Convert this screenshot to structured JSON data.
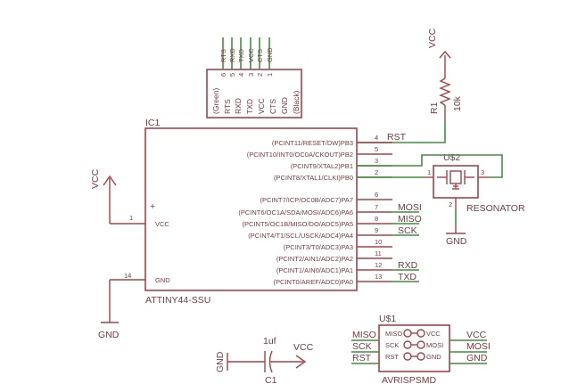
{
  "header": {
    "title": "",
    "pins": [
      "RTS",
      "RXD",
      "TXD",
      "VCC",
      "CTS",
      "GND"
    ],
    "pin_numbers": [
      "6",
      "5",
      "4",
      "3",
      "2",
      "1"
    ],
    "labels": [
      "(Green)",
      "RTS",
      "RXD",
      "TXD",
      "VCC",
      "CTS",
      "GND",
      "(Black)"
    ]
  },
  "r1": {
    "refdes": "R1",
    "value": "10k",
    "rail": "VCC"
  },
  "ic1": {
    "refdes": "IC1",
    "part": "ATTINY44-SSU",
    "left_pins": [
      {
        "num": "1",
        "name": "VCC"
      },
      {
        "num": "14",
        "name": "GND"
      }
    ],
    "plus": "+",
    "right_pins": [
      {
        "name": "(PCINT11/RESET/DW)PB3",
        "num": "4",
        "net": "RST"
      },
      {
        "name": "(PCINT10/INT0/OC0A/CKOUT)PB2",
        "num": "5",
        "net": ""
      },
      {
        "name": "(PCINT9/XTAL2)PB1",
        "num": "3",
        "net": ""
      },
      {
        "name": "(PCINT8/XTAL1/CLKI)PB0",
        "num": "2",
        "net": ""
      },
      {
        "name": "(PCINT7/ICP/OC0B/ADC7)PA7",
        "num": "6",
        "net": ""
      },
      {
        "name": "(PCINT6/OC1A/SDA/MOSI/ADC6)PA6",
        "num": "7",
        "net": "MOSI"
      },
      {
        "name": "(PCINT5/OC1B/MISO/DO/ADC5)PA5",
        "num": "8",
        "net": "MISO"
      },
      {
        "name": "(PCINT4/T1/SCL/USCK/ADC4)PA4",
        "num": "9",
        "net": "SCK"
      },
      {
        "name": "(PCINT3/T0/ADC3)PA3",
        "num": "10",
        "net": ""
      },
      {
        "name": "(PCINT2/AIN1/ADC2)PA2",
        "num": "11",
        "net": ""
      },
      {
        "name": "(PCINT1/AIN0/ADC1)PA1",
        "num": "12",
        "net": "RXD"
      },
      {
        "name": "(PCINT0/AREF/ADC0)PA0",
        "num": "13",
        "net": "TXD"
      }
    ]
  },
  "u2": {
    "refdes": "U$2",
    "value": "RESONATOR",
    "pins": [
      "1",
      "2",
      "3"
    ],
    "gnd": "GND"
  },
  "u1": {
    "refdes": "U$1",
    "value": "AVRISPSMD",
    "pins_left": [
      "MISO",
      "SCK",
      "RST"
    ],
    "pins_right": [
      "VCC",
      "MOSI",
      "GND"
    ],
    "nets_left": [
      "MISO",
      "SCK",
      "RST"
    ],
    "nets_right": [
      "VCC",
      "MOSI",
      "GND"
    ]
  },
  "c1": {
    "refdes": "C1",
    "value": "1uf",
    "left": "GND",
    "right": "VCC"
  },
  "power": {
    "vcc_left": "VCC",
    "gnd_left": "GND"
  },
  "colors": {
    "symbol": "#a2444c",
    "text": "#7b3a42",
    "wire": "#3f8f3f"
  }
}
